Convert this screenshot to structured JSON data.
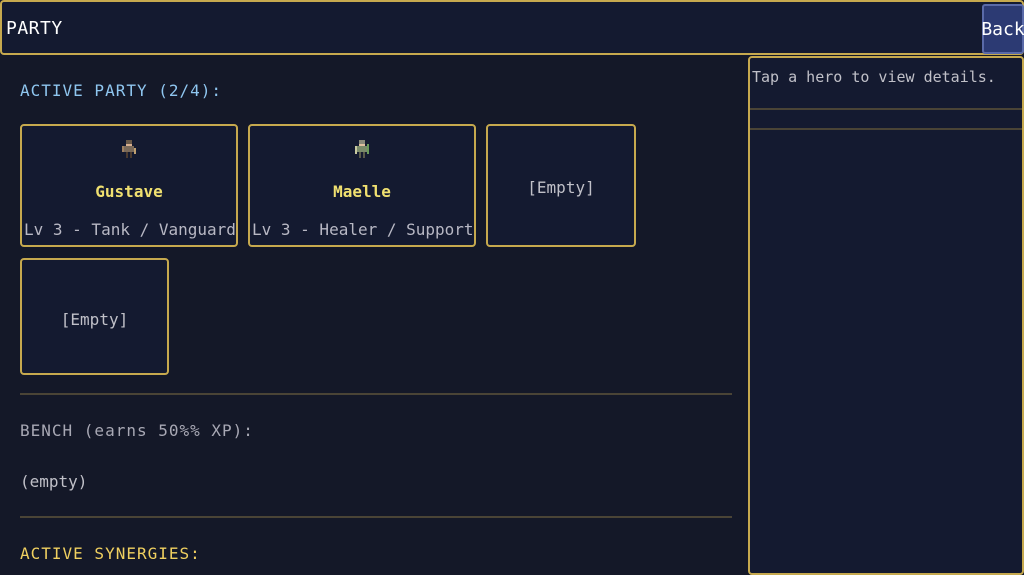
{
  "header": {
    "title": "PARTY",
    "back_label": "Back"
  },
  "active_party": {
    "title": "ACTIVE PARTY (2/4):",
    "slots": [
      {
        "name": "Gustave",
        "role": "Lv 3 - Tank / Vanguard",
        "sprite": "gustave-sprite-icon"
      },
      {
        "name": "Maelle",
        "role": "Lv 3 - Healer / Support",
        "sprite": "maelle-sprite-icon"
      },
      {
        "empty_label": "[Empty]"
      },
      {
        "empty_label": "[Empty]"
      }
    ]
  },
  "bench": {
    "title": "BENCH (earns 50%% XP):",
    "empty_text": "(empty)"
  },
  "synergies": {
    "title": "ACTIVE SYNERGIES:"
  },
  "details": {
    "hint": "Tap a hero to view details."
  },
  "colors": {
    "border": "#c6a94e",
    "background": "#141828",
    "accent_blue": "#8fc6f0",
    "name_yellow": "#f0e070",
    "back_button": "#2c3a73"
  }
}
